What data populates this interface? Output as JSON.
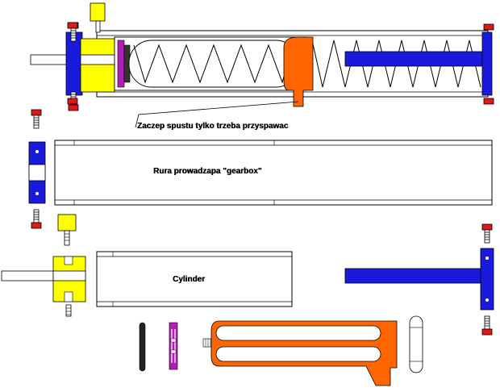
{
  "labels": {
    "trigger_note": "Zaczep spustu tylko trzeba przyspawac",
    "gearbox": "Rura prowadzapa \"gearbox\"",
    "cylinder": "Cylinder"
  },
  "colors": {
    "blue": "#1a1adc",
    "yellow": "#ffff00",
    "orange": "#ff6600",
    "red": "#e01818",
    "purple": "#b020b0",
    "grey_rod": "#d8d8d8",
    "outline": "#000000"
  }
}
